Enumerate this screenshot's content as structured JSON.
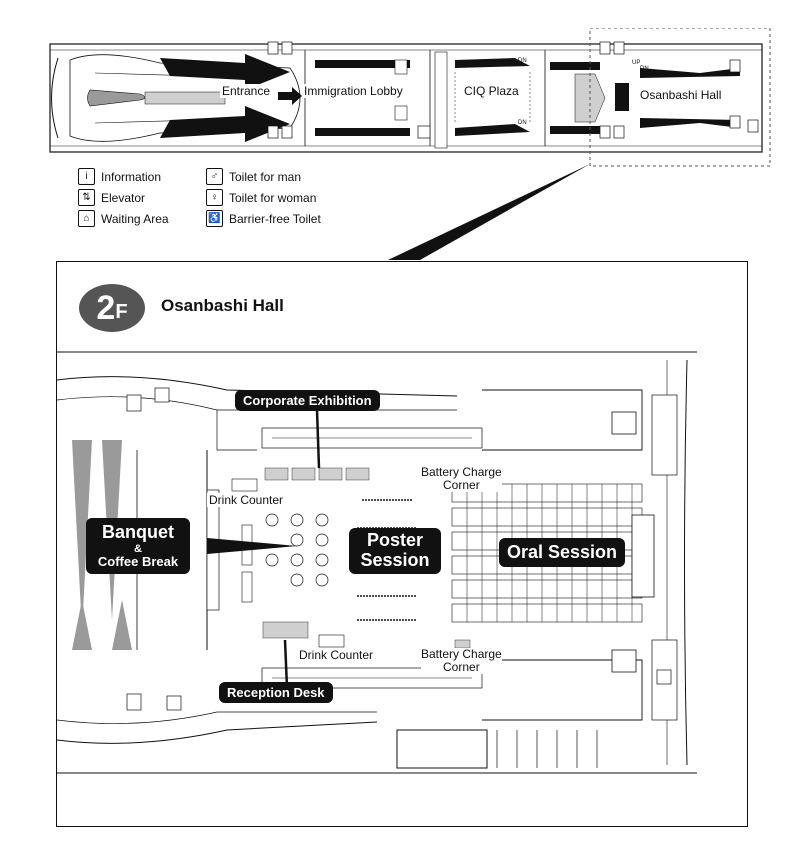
{
  "overview": {
    "labels": {
      "entrance": "Entrance",
      "immigration": "Immigration Lobby",
      "ciq": "CIQ Plaza",
      "hall": "Osanbashi Hall"
    },
    "arrow_marks": {
      "up": "UP",
      "dn": "DN"
    }
  },
  "legend": [
    {
      "icon": "information-icon",
      "glyph": "i",
      "label": "Information"
    },
    {
      "icon": "elevator-icon",
      "glyph": "⇅",
      "label": "Elevator"
    },
    {
      "icon": "waiting-area-icon",
      "glyph": "⌂",
      "label": "Waiting Area"
    },
    {
      "icon": "toilet-man-icon",
      "glyph": "♂",
      "label": "Toilet for man"
    },
    {
      "icon": "toilet-woman-icon",
      "glyph": "♀",
      "label": "Toilet for woman"
    },
    {
      "icon": "barrier-free-toilet-icon",
      "glyph": "♿",
      "label": "Barrier-free Toilet"
    }
  ],
  "detail": {
    "floor_badge": {
      "number": "2",
      "suffix": "F"
    },
    "title": "Osanbashi Hall",
    "callouts": {
      "corporate": "Corporate Exhibition",
      "banquet_main": "Banquet",
      "banquet_amp": "&",
      "banquet_sub": "Coffee Break",
      "poster_1": "Poster",
      "poster_2": "Session",
      "oral": "Oral Session",
      "reception": "Reception Desk"
    },
    "labels": {
      "drink_top": "Drink Counter",
      "drink_bottom": "Drink Counter",
      "battery_top_1": "Battery Charge",
      "battery_top_2": "Corner",
      "battery_bottom_1": "Battery Charge",
      "battery_bottom_2": "Corner"
    }
  },
  "colors": {
    "ink": "#111111",
    "gray": "#9a9a9a",
    "light_gray": "#cfcfcf",
    "badge": "#555555"
  }
}
